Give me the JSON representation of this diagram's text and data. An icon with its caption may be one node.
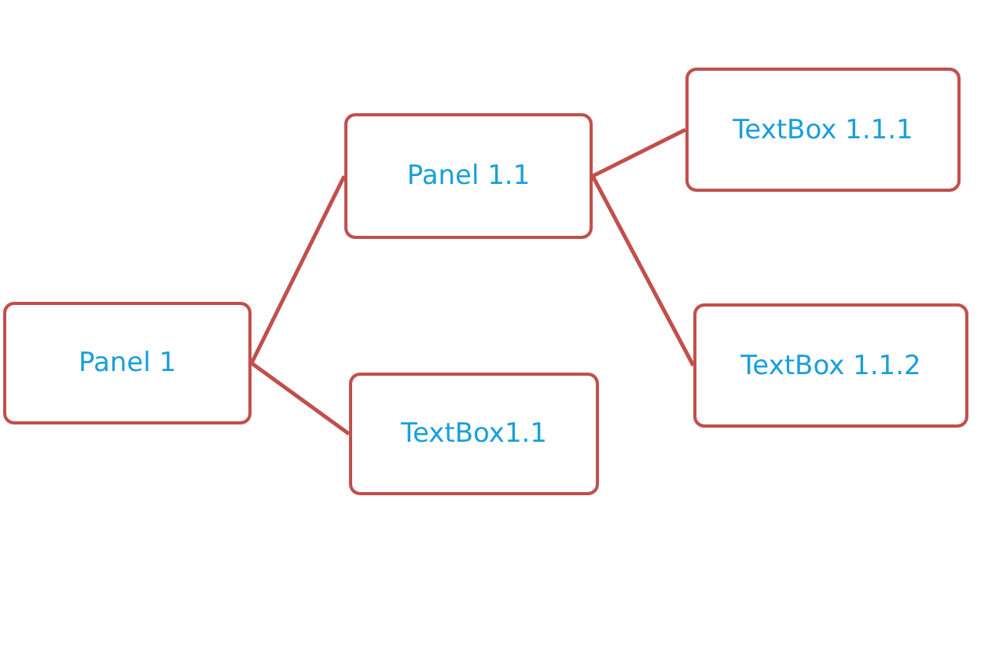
{
  "diagram": {
    "nodes": [
      {
        "text": [
          "Panel 1"
        ]
      },
      {
        "text": [
          "Panel 1.1"
        ]
      },
      {
        "text": [
          "TextBox 1.1.1"
        ]
      },
      {
        "text": [
          "TextBox 1.1.2"
        ]
      },
      {
        "text": [
          "TextBox1.1"
        ]
      }
    ],
    "edges": [
      {
        "from": 0,
        "to": 1,
        "arrow": "none"
      },
      {
        "from": 0,
        "to": 4,
        "arrow": "none"
      },
      {
        "from": 1,
        "to": 2,
        "arrow": "none"
      },
      {
        "from": 1,
        "to": 3,
        "arrow": "none"
      }
    ]
  }
}
